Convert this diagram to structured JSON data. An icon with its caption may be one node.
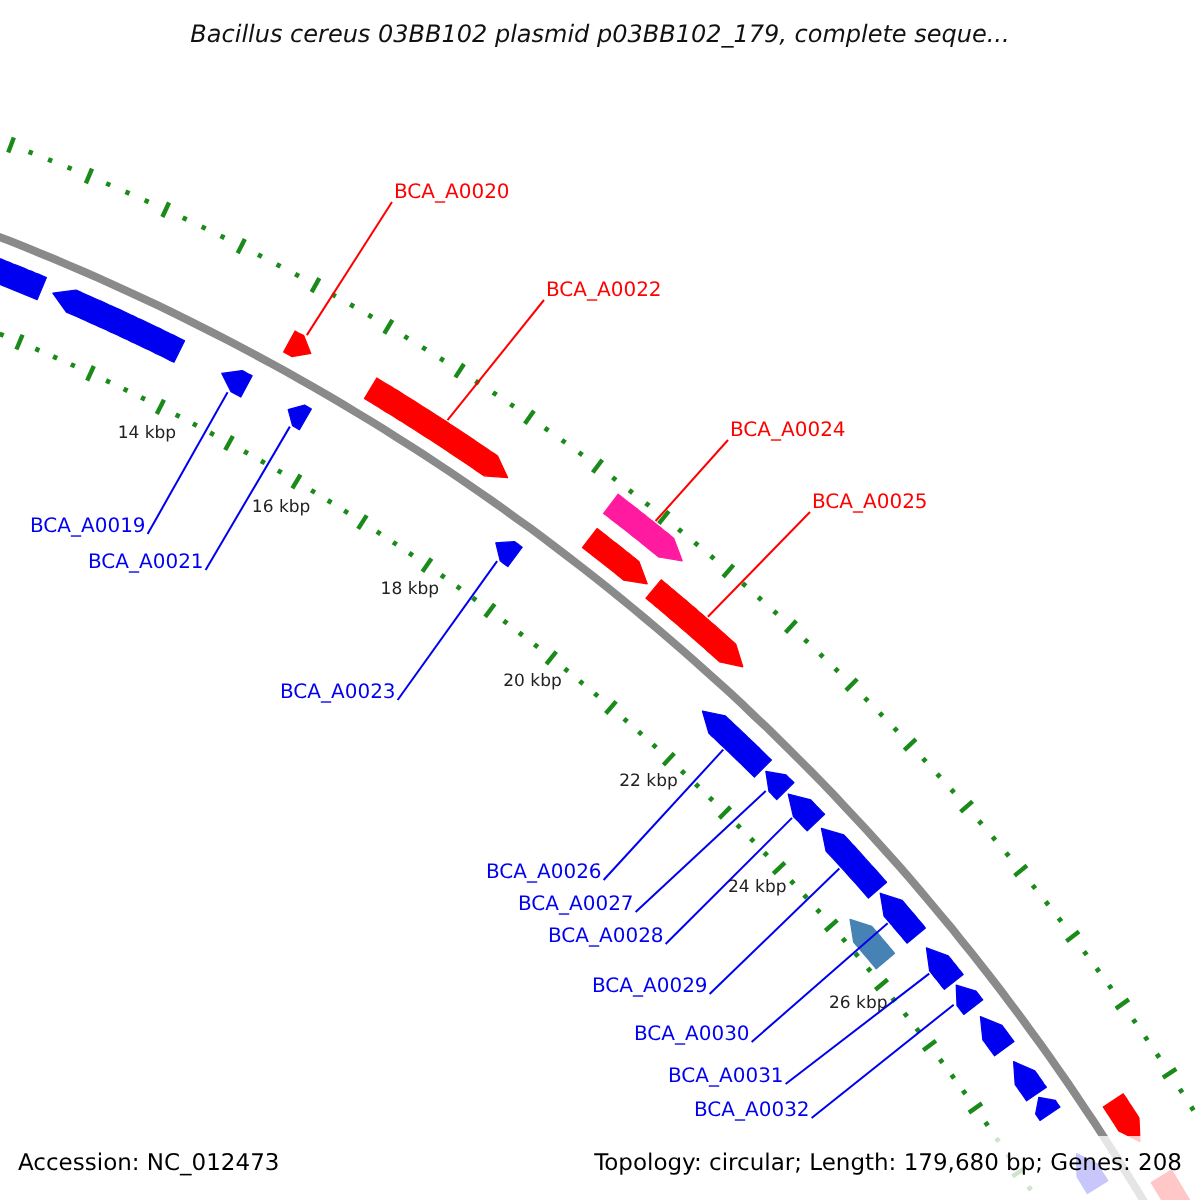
{
  "diagram": {
    "title": "Bacillus cereus 03BB102 plasmid p03BB102_179, complete seque...",
    "nodes": [
      {
        "text": [
          "BCA_A0020"
        ]
      },
      {
        "text": [
          "BCA_A0022"
        ]
      },
      {
        "text": [
          "BCA_A0024"
        ]
      },
      {
        "text": [
          "BCA_A0025"
        ]
      },
      {
        "text": [
          "BCA_A0019"
        ]
      },
      {
        "text": [
          "BCA_A0021"
        ]
      },
      {
        "text": [
          "BCA_A0023"
        ]
      },
      {
        "text": [
          "BCA_A0026"
        ]
      },
      {
        "text": [
          "BCA_A0027"
        ]
      },
      {
        "text": [
          "BCA_A0028"
        ]
      },
      {
        "text": [
          "BCA_A0029"
        ]
      },
      {
        "text": [
          "BCA_A0030"
        ]
      },
      {
        "text": [
          "BCA_A0031"
        ]
      },
      {
        "text": [
          "BCA_A0032"
        ]
      },
      {
        "text": [],
        "shape": "bar"
      },
      {
        "text": [],
        "shape": "bar"
      },
      {
        "text": [],
        "shape": "bar"
      },
      {
        "text": [],
        "shape": "bar"
      },
      {
        "text": [],
        "shape": "bar"
      },
      {
        "text": [],
        "shape": "bar"
      },
      {
        "text": [],
        "shape": "bar"
      },
      {
        "text": [],
        "shape": "bar"
      },
      {
        "text": [],
        "shape": "bar"
      },
      {
        "text": [],
        "shape": "bar"
      },
      {
        "text": [],
        "shape": "bar"
      },
      {
        "text": [],
        "shape": "bar"
      },
      {
        "text": [],
        "shape": "bar"
      },
      {
        "text": [],
        "shape": "bar"
      },
      {
        "text": [],
        "shape": "bar"
      },
      {
        "text": [],
        "shape": "bar"
      },
      {
        "text": [],
        "shape": "bar"
      },
      {
        "text": [],
        "shape": "bar"
      },
      {
        "text": [],
        "shape": "bar"
      },
      {
        "text": [],
        "shape": "bar"
      },
      {
        "text": [],
        "shape": "bar"
      },
      {
        "text": [],
        "shape": "bar"
      },
      {
        "text": [],
        "shape": "bar"
      },
      {
        "text": [],
        "shape": "bar"
      }
    ],
    "edges": [
      {
        "from": 0,
        "to": 17,
        "arrow": "none",
        "color": "#ff0000"
      },
      {
        "from": 1,
        "to": 19,
        "arrow": "none",
        "color": "#ff0000"
      },
      {
        "from": 2,
        "to": 22,
        "arrow": "none",
        "color": "#ff0000"
      },
      {
        "from": 3,
        "to": 23,
        "arrow": "none",
        "color": "#ff0000"
      },
      {
        "from": 4,
        "to": 16,
        "arrow": "none"
      },
      {
        "from": 5,
        "to": 18,
        "arrow": "none"
      },
      {
        "from": 6,
        "to": 20,
        "arrow": "none"
      },
      {
        "from": 7,
        "to": 24,
        "arrow": "none"
      },
      {
        "from": 8,
        "to": 25,
        "arrow": "none"
      },
      {
        "from": 9,
        "to": 26,
        "arrow": "none"
      },
      {
        "from": 10,
        "to": 27,
        "arrow": "none"
      },
      {
        "from": 11,
        "to": 28,
        "arrow": "none"
      },
      {
        "from": 12,
        "to": 30,
        "arrow": "none"
      },
      {
        "from": 13,
        "to": 31,
        "arrow": "none"
      }
    ],
    "labels": [
      "14 kbp",
      "16 kbp",
      "18 kbp",
      "20 kbp",
      "22 kbp",
      "24 kbp",
      "26 kbp",
      "Accession: NC_012473",
      "Topology: circular; Length: 179,680 bp; Genes: 208"
    ]
  }
}
